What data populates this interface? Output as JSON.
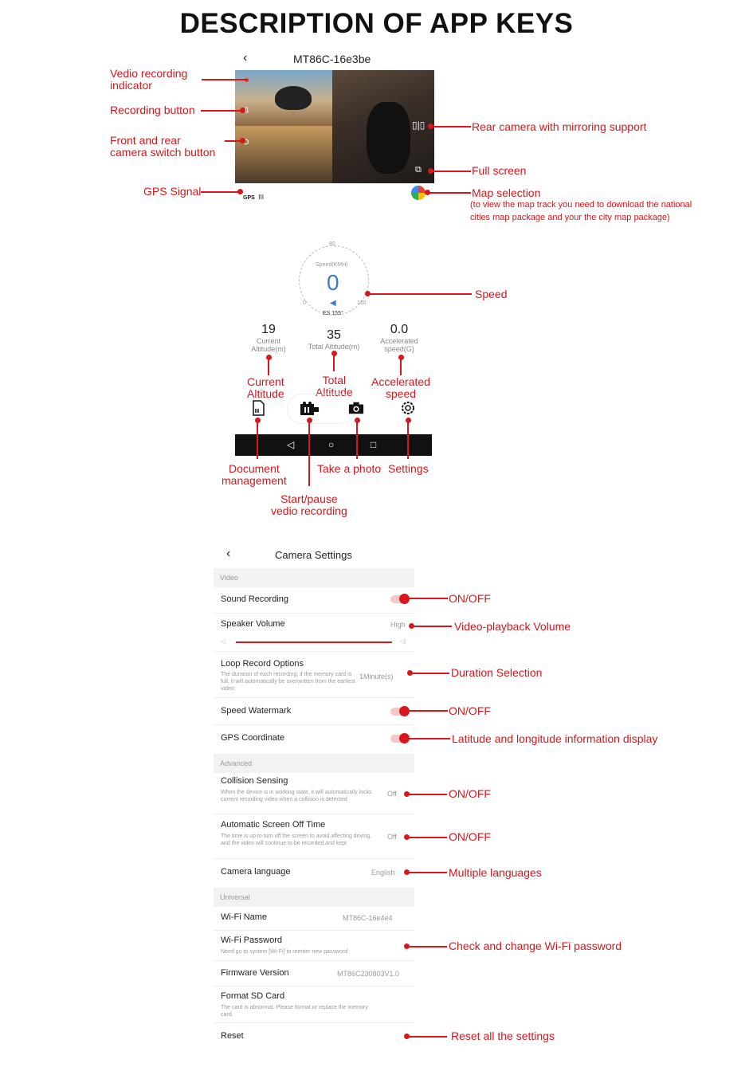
{
  "title": "DESCRIPTION OF APP KEYS",
  "colors": {
    "accent": "#d8161b",
    "speed": "#3b7bd4",
    "gps": "#2a9d2a"
  },
  "app": {
    "back_glyph": "‹",
    "device_title": "MT86C-16e3be",
    "gps_text": "GPS",
    "gps_bars": "III",
    "gauge": {
      "title": "Speed(KMH)",
      "value": "0",
      "min": "0",
      "mid": "80",
      "max": "160",
      "heading": "ES 155°"
    },
    "metrics": [
      {
        "value": "19",
        "label": "Current Altitude(m)"
      },
      {
        "value": "35",
        "label": "Total Altitude(m)"
      },
      {
        "value": "0.0",
        "label": "Accelerated speed(G)"
      }
    ],
    "icons": [
      "document-icon",
      "pause-record-icon",
      "camera-icon",
      "settings-icon"
    ]
  },
  "callouts": {
    "rec_indicator": "Vedio recording\nindicator",
    "rec_button": "Recording button",
    "switch_button": "Front and rear\ncamera switch button",
    "gps_signal": "GPS Signal",
    "rear_camera": "Rear camera with mirroring support",
    "full_screen": "Full screen",
    "map_selection": "Map selection",
    "map_note": "(to view the map track you need to download the national\ncities map package and your the city map package)",
    "speed": "Speed",
    "cur_alt": "Current\nAltitude",
    "total_alt": "Total\nAltitude",
    "acc_speed": "Accelerated\nspeed",
    "doc_mgmt": "Document\nmanagement",
    "start_pause": "Start/pause\nvedio recording",
    "take_photo": "Take a photo",
    "settings": "Settings"
  },
  "settings": {
    "header": "Camera Settings",
    "sections": {
      "video": "Video",
      "advanced": "Advanced",
      "universal": "Universal"
    },
    "rows": {
      "sound_recording": "Sound Recording",
      "speaker_volume": "Speaker Volume",
      "speaker_value": "High",
      "loop_record": "Loop Record Options",
      "loop_desc": "The duration of each recording, if the memory card is full, it will automatically be overwritten from the earliest video",
      "loop_value": "1Minute(s)",
      "speed_watermark": "Speed Watermark",
      "gps_coordinate": "GPS Coordinate",
      "collision": "Collision Sensing",
      "collision_desc": "When the device is in working state, it will automatically locks current recording video when a collision is detected",
      "collision_value": "Off",
      "screen_off": "Automatic Screen Off Time",
      "screen_off_desc": "The time is up to turn off the screen to avoid affecting driving, and the video will continue to be recorded and kept",
      "screen_off_value": "Off",
      "language": "Camera language",
      "language_value": "English",
      "wifi_name": "Wi-Fi Name",
      "wifi_name_value": "MT86C-16e4e4",
      "wifi_password": "Wi-Fi Password",
      "wifi_password_desc": "Need go to system [Wi-Fi] to reenter new password",
      "firmware": "Firmware Version",
      "firmware_value": "MT86C230803V1.0",
      "format_sd": "Format SD Card",
      "format_sd_desc": "The card is abnormal. Please format or replace the memory card.",
      "reset": "Reset"
    },
    "callouts": {
      "sound": "ON/OFF",
      "volume": "Video-playback Volume",
      "duration": "Duration Selection",
      "watermark": "ON/OFF",
      "gps": "Latitude and longitude information display",
      "collision": "ON/OFF",
      "screen_off": "ON/OFF",
      "language": "Multiple languages",
      "wifi": "Check and change Wi-Fi password",
      "reset": "Reset all the settings"
    }
  }
}
